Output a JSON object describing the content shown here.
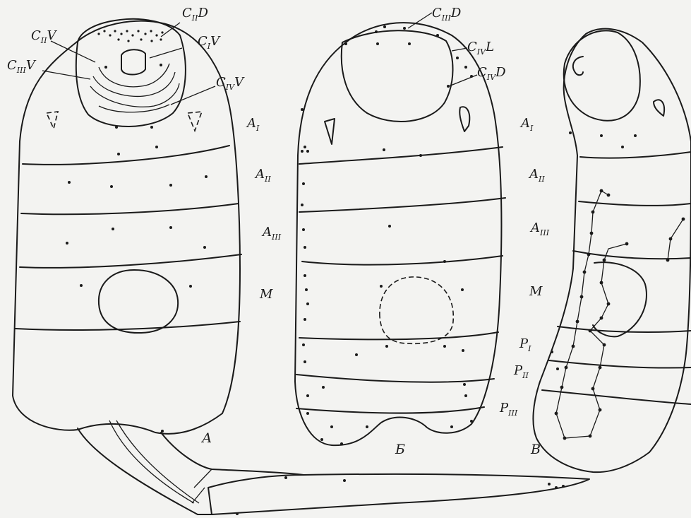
{
  "panels": [
    "А",
    "Б",
    "В"
  ],
  "segments": {
    "a1": {
      "main": "A",
      "sub": "I"
    },
    "a2": {
      "main": "A",
      "sub": "II"
    },
    "a3": {
      "main": "A",
      "sub": "III"
    },
    "m": "M",
    "p1": {
      "main": "P",
      "sub": "I"
    },
    "p2": {
      "main": "P",
      "sub": "II"
    },
    "p3": {
      "main": "P",
      "sub": "III"
    }
  },
  "setae": {
    "c2d": {
      "main": "C",
      "sub": "II",
      "tail": "D"
    },
    "c2v": {
      "main": "C",
      "sub": "II",
      "tail": "V"
    },
    "c1v": {
      "main": "C",
      "sub": "I",
      "tail": "V"
    },
    "c3v": {
      "main": "C",
      "sub": "III",
      "tail": "V"
    },
    "c4v": {
      "main": "C",
      "sub": "IV",
      "tail": "V"
    },
    "c3d": {
      "main": "C",
      "sub": "III",
      "tail": "D"
    },
    "c4l": {
      "main": "C",
      "sub": "IV",
      "tail": "L"
    },
    "c4d": {
      "main": "C",
      "sub": "IV",
      "tail": "D"
    }
  },
  "colors": {
    "ink": "#1a1a1a",
    "paper": "#f3f3f1"
  }
}
